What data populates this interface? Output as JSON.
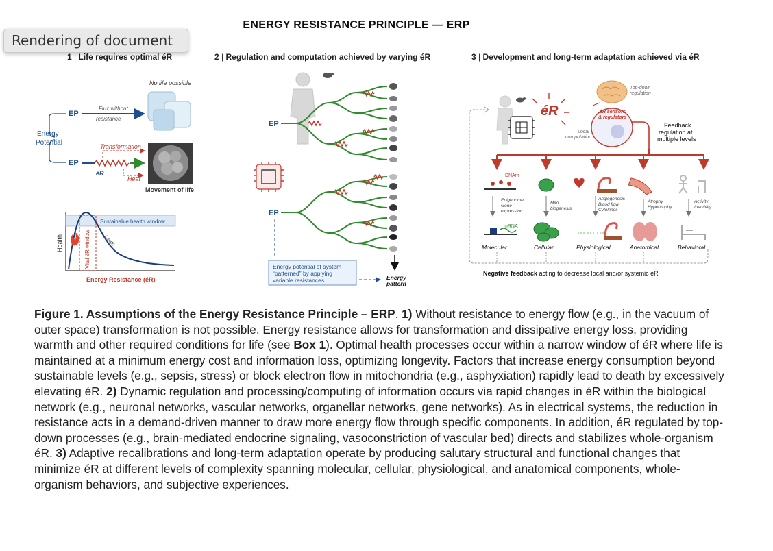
{
  "tooltip": "Rendering of document",
  "figure": {
    "title": "ENERGY RESISTANCE PRINCIPLE — ERP",
    "panels": [
      {
        "num": "1",
        "title": "Life requires optimal éR"
      },
      {
        "num": "2",
        "title": "Regulation and computation achieved by varying éR"
      },
      {
        "num": "3",
        "title": "Development and long-term adaptation achieved via éR"
      }
    ],
    "panel1": {
      "no_life": "No life possible",
      "ep": "EP",
      "flux_line1": "Flux without",
      "flux_line2": "resistance",
      "energy": "Energy",
      "potential": "Potential",
      "transformation": "Transformation",
      "er": "éR",
      "heat": "Heat",
      "movement": "Movement of life",
      "window": "Sustainable health window",
      "health_axis": "Health",
      "vital": "Vital éR window",
      "death": "Death",
      "x_axis": "Energy Resistance (éR)"
    },
    "panel2": {
      "ep_top": "EP",
      "ep_bottom": "EP",
      "box_line1": "Energy potential of system",
      "box_line2": "“patterned” by applying",
      "box_line3": "variable resistances",
      "pattern_line1": "Energy",
      "pattern_line2": "pattern"
    },
    "panel3": {
      "top_down_line1": "Top-down",
      "top_down_line2": "regulation",
      "er_big": "éR",
      "sensors_line1": "éR sensors",
      "sensors_line2": "& regulators",
      "local_line1": "Local",
      "local_line2": "computation",
      "feedback_line1": "Feedback",
      "feedback_line2": "regulation at",
      "feedback_line3": "multiple levels",
      "dnam": "DNAm",
      "mrna": "mRNA",
      "epi_line1": "Epigenome",
      "epi_line2": "Gene",
      "epi_line3": "expression",
      "mito_line1": "Mito",
      "mito_line2": "biogenesis",
      "angio_line1": "Angiogenesis",
      "angio_line2": "Blood flow",
      "angio_line3": "Cytokines",
      "atrophy_line1": "Atrophy",
      "atrophy_line2": "Hypertrophy",
      "activity_line1": "Activity",
      "activity_line2": "Inactivity",
      "levels": [
        "Molecular",
        "Cellular",
        "Physiological",
        "Anatomical",
        "Behavioral"
      ],
      "neg_bold": "Negative feedback",
      "neg_rest": " acting to decrease local and/or systemic éR"
    }
  },
  "caption": {
    "label": "Figure 1. Assumptions of the Energy Resistance Principle – ERP",
    "s0": ". ",
    "n1": "1)",
    "t1": " Without resistance to energy flow (e.g., in the vacuum of outer space) transformation is not possible. Energy resistance allows for transformation and dissipative energy loss, providing warmth and other required conditions for life (see ",
    "box": "Box 1",
    "t1b": "). Optimal health processes occur within a narrow window of éR where life is maintained at a minimum energy cost and information loss, optimizing longevity. Factors that increase energy consumption beyond sustainable levels (e.g., sepsis, stress) or block electron flow in mitochondria (e.g., asphyxiation) rapidly lead to death by excessively elevating éR. ",
    "n2": "2)",
    "t2": " Dynamic regulation and processing/computing of information occurs via rapid changes in éR within the biological network (e.g., neuronal networks, vascular networks, organellar networks, gene networks). As in electrical systems, the reduction in resistance acts in a demand-driven manner to draw more energy flow through specific components. In addition, éR regulated by top-down processes (e.g., brain-mediated endocrine signaling, vasoconstriction of vascular bed) directs and stabilizes whole-organism éR. ",
    "n3": "3)",
    "t3": " Adaptive recalibrations and long-term adaptation operate by producing salutary structural and functional changes that minimize éR at different levels of complexity spanning molecular, cellular, physiological, and anatomical components, whole-organism behaviors, and subjective experiences."
  },
  "colors": {
    "blue": "#1f4e8c",
    "green": "#2e8b2e",
    "red": "#c0392b",
    "navy": "#1a3c7a"
  }
}
